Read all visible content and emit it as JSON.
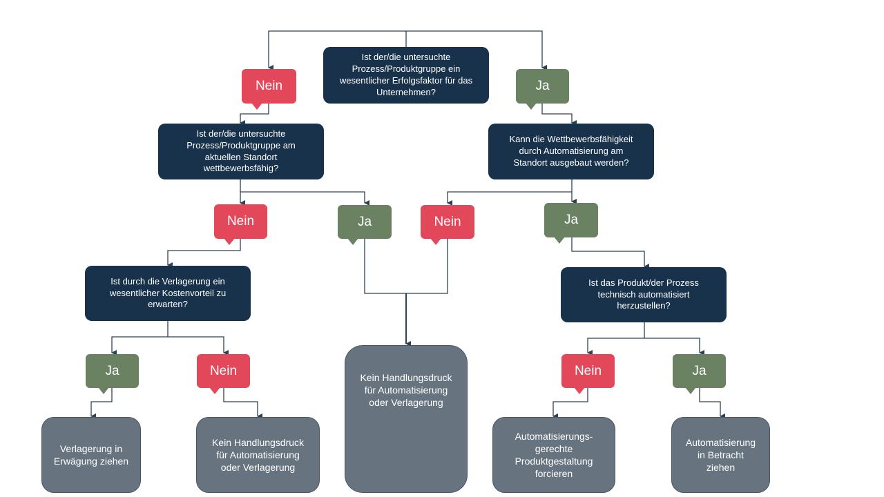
{
  "diagram": {
    "colors": {
      "question": "#17324a",
      "result": "#67747f",
      "no": "#e2475a",
      "yes": "#6a8262",
      "line": "#2b4255"
    },
    "questions": {
      "q1": "Ist der/die untersuchte\nProzess/Produktgruppe ein\nwesentlicher Erfolgsfaktor für das\nUnternehmen?",
      "q2": "Ist der/die untersuchte\nProzess/Produktgruppe am\naktuellen Standort\nwettbewerbsfähig?",
      "q3": "Kann die Wettbewerbsfähigkeit\ndurch Automatisierung am\nStandort ausgebaut werden?",
      "q4": "Ist durch die Verlagerung ein\nwesentlicher Kostenvorteil zu\nerwarten?",
      "q5": "Ist das Produkt/der Prozess\ntechnisch automatisiert\nherzustellen?"
    },
    "answers": {
      "no": "Nein",
      "yes": "Ja"
    },
    "results": {
      "r1": "Verlagerung in\nErwägung ziehen",
      "r2": "Kein Handlungsdruck\nfür Automatisierung\noder Verlagerung",
      "r3": "Kein Handlungsdruck\nfür Automatisierung\noder Verlagerung",
      "r4": "Automatisierungs-\ngerechte\nProduktgestaltung\nforcieren",
      "r5": "Automatisierung\nin Betracht\nziehen"
    }
  }
}
